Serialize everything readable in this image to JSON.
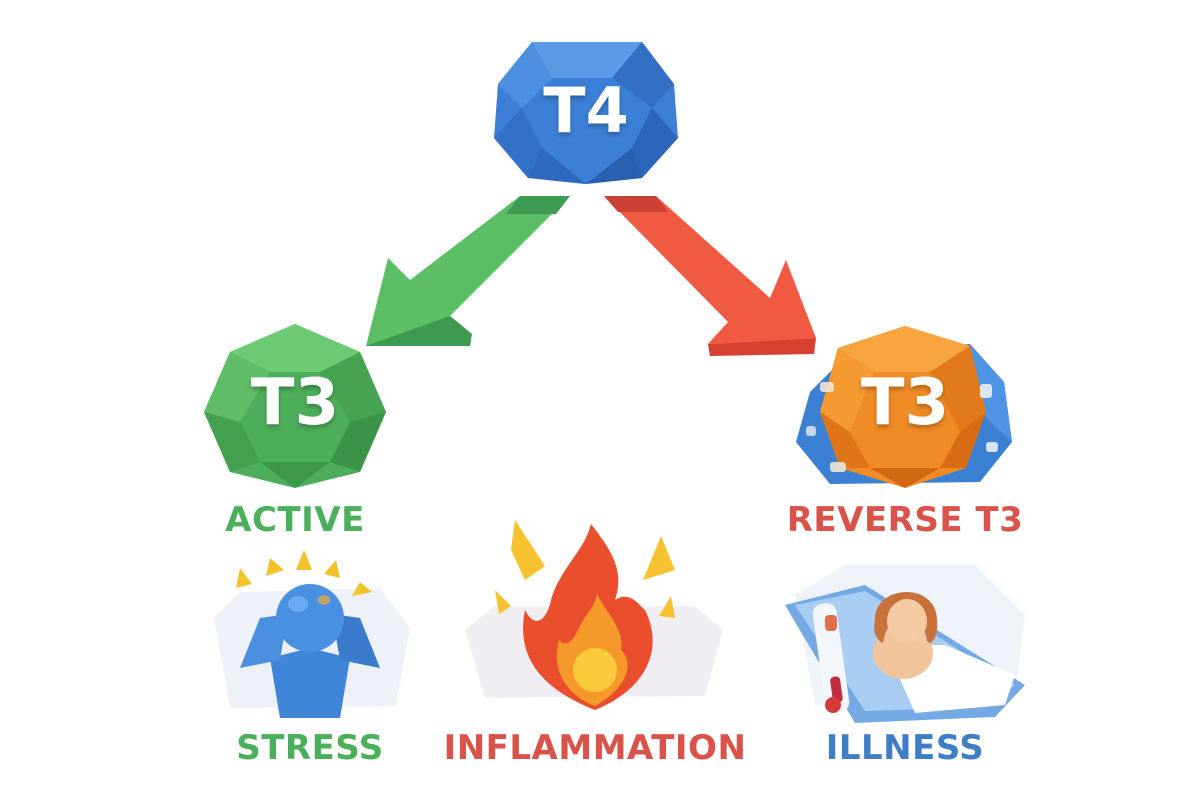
{
  "diagram": {
    "top_node": {
      "label": "T4",
      "color": "#3b7fd6"
    },
    "left_node": {
      "label": "T3",
      "caption": "ACTIVE",
      "color": "#4cae5a",
      "caption_color": "#4caf5c"
    },
    "right_node": {
      "label": "T3",
      "caption": "REVERSE T3",
      "color": "#f08a24",
      "outer_color": "#3b80d2",
      "caption_color": "#d9534a"
    },
    "arrows": [
      {
        "from": "T4",
        "to": "ACTIVE T3",
        "color": "#5cbf66"
      },
      {
        "from": "T4",
        "to": "REVERSE T3",
        "color": "#f05a42"
      }
    ],
    "factors": [
      {
        "name": "STRESS",
        "icon": "stressed-person-icon",
        "color": "#4caf5c"
      },
      {
        "name": "INFLAMMATION",
        "icon": "flame-icon",
        "color": "#d9534a"
      },
      {
        "name": "ILLNESS",
        "icon": "sick-person-in-bed-icon",
        "color": "#3f7ec4"
      }
    ]
  }
}
